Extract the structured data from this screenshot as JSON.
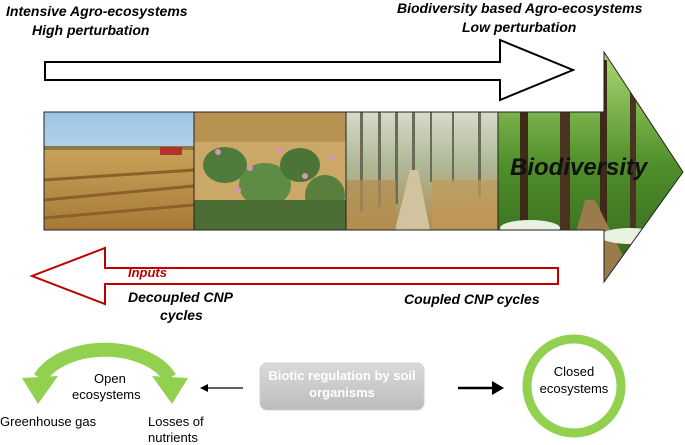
{
  "header": {
    "left_line1": "Intensive Agro-ecosystems",
    "left_line2": "High perturbation",
    "right_line1": "Biodiversity based Agro-ecosystems",
    "right_line2": "Low perturbation"
  },
  "arrow_band": {
    "label": "Biodiversity"
  },
  "inputs_arrow": {
    "label": "Inputs",
    "color": "#c00000"
  },
  "cycles": {
    "decoupled_line1": "Decoupled CNP",
    "decoupled_line2": "cycles",
    "coupled": "Coupled CNP cycles"
  },
  "bottom": {
    "open_line1": "Open",
    "open_line2": "ecosystems",
    "greenhouse": "Greenhouse gas",
    "losses_line1": "Losses of",
    "losses_line2": "nutrients",
    "biotic_line1": "Biotic regulation by soil",
    "biotic_line2": "organisms",
    "closed_line1": "Closed",
    "closed_line2": "ecosystems",
    "green": "#92d050"
  },
  "icons": [
    "white-progress-arrow",
    "photo-arrow",
    "red-return-arrow",
    "green-curved-arrow",
    "green-ring",
    "left-arrow",
    "right-arrow"
  ]
}
